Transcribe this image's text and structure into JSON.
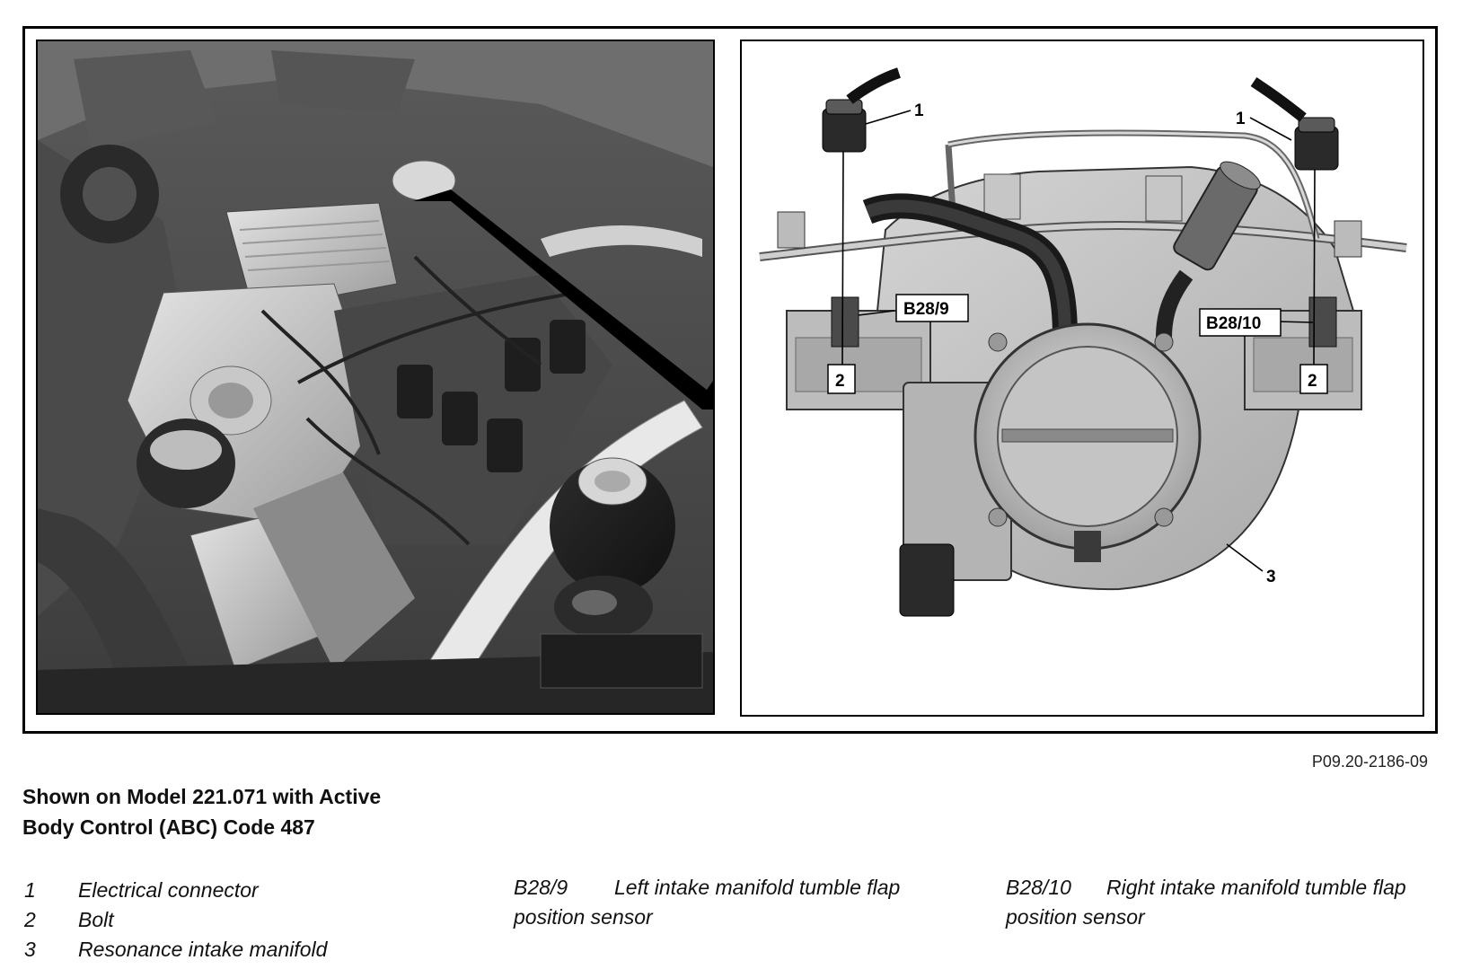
{
  "figure": {
    "reference": "P09.20-2186-09",
    "callouts": {
      "connector": "1",
      "bolt": "2",
      "manifold": "3",
      "left_sensor": "B28/9",
      "right_sensor": "B28/10"
    }
  },
  "caption": {
    "line1": "Shown on Model 221.071 with Active",
    "line2": "Body Control (ABC) Code 487"
  },
  "legend": {
    "items": [
      {
        "num": "1",
        "label": "Electrical connector"
      },
      {
        "num": "2",
        "label": "Bolt"
      },
      {
        "num": "3",
        "label": "Resonance intake manifold"
      }
    ],
    "sensors": [
      {
        "code": "B28/9",
        "line1": "Left intake manifold tumble flap",
        "line2": "position sensor"
      },
      {
        "code": "B28/10",
        "line1": "Right intake manifold tumble flap",
        "line2": "position sensor"
      }
    ]
  }
}
